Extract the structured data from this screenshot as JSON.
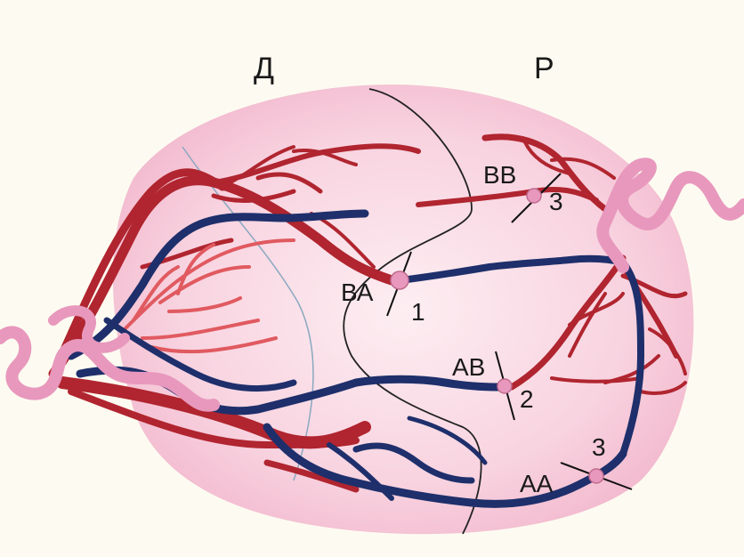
{
  "diagram": {
    "label_donor": "Д",
    "label_recipient": "Р",
    "anastomoses": [
      {
        "label": "ВВ",
        "number": "3"
      },
      {
        "label": "ВА",
        "number": "1"
      },
      {
        "label": "АВ",
        "number": "2"
      },
      {
        "label": "АА",
        "number": "3"
      }
    ]
  },
  "colors": {
    "background": "#fdfbf1",
    "placenta": "#f7c9da",
    "artery": "#b0252f",
    "artery_light": "#e05a60",
    "vein": "#1e2f6b",
    "umbilical_cord": "#e898bd",
    "equator_line": "#222222",
    "septum_line": "#8aa8c0"
  }
}
